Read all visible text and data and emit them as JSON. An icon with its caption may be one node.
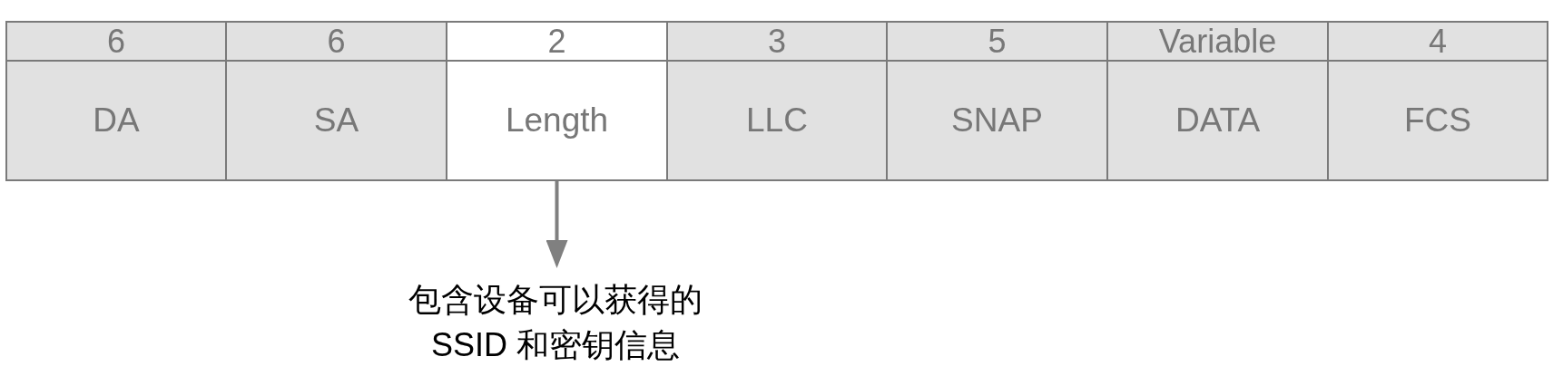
{
  "diagram": {
    "nodes": [
      {
        "text": [
          "6",
          "DA"
        ]
      },
      {
        "text": [
          "6",
          "SA"
        ]
      },
      {
        "text": [
          "2",
          "Length"
        ]
      },
      {
        "text": [
          "3",
          "LLC"
        ]
      },
      {
        "text": [
          "5",
          "SNAP"
        ]
      },
      {
        "text": [
          "Variable",
          "DATA"
        ]
      },
      {
        "text": [
          "4",
          "FCS"
        ]
      },
      {
        "text": [
          "包含设备可以获得的SSID 和密钥信息"
        ]
      }
    ],
    "edges": [
      {
        "from": 2,
        "to": 7,
        "arrow": "to"
      }
    ]
  }
}
